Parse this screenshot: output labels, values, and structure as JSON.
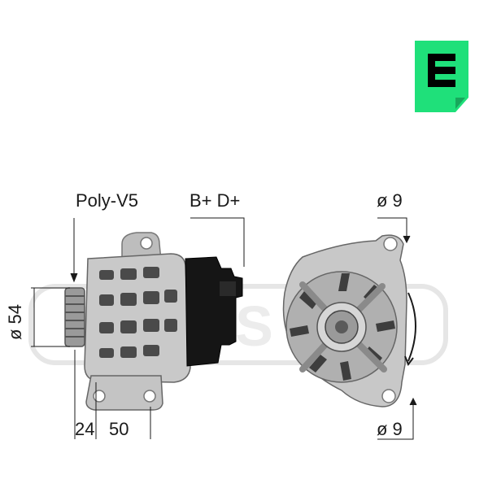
{
  "brand": {
    "logo_icon": "era-e-logo-icon",
    "logo_color": "#1fe07a",
    "watermark": "MESSMO"
  },
  "labels": {
    "pulley": "Poly-V5",
    "terminals": "B+ D+",
    "mount_top": "ø 9",
    "mount_bottom": "ø 9",
    "pulley_diameter": "ø 54",
    "dim_left": "24",
    "dim_right": "50"
  },
  "colors": {
    "line": "#1a1a1a",
    "metal_light": "#d8d8d8",
    "metal_mid": "#9a9a9a",
    "metal_dark": "#4a4a4a",
    "plastic": "#111111",
    "watermark": "#e6e6e6"
  }
}
